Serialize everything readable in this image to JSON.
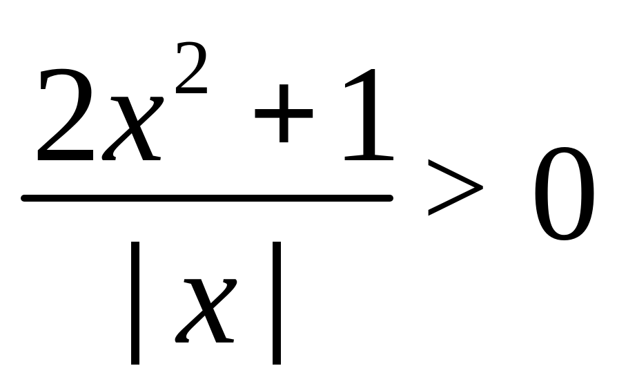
{
  "formula": {
    "numerator": {
      "coefficient": "2",
      "variable": "x",
      "exponent": "2",
      "operator": "+",
      "constant": "1"
    },
    "denominator": {
      "variable": "x"
    },
    "relation": ">",
    "right_side": "0"
  }
}
